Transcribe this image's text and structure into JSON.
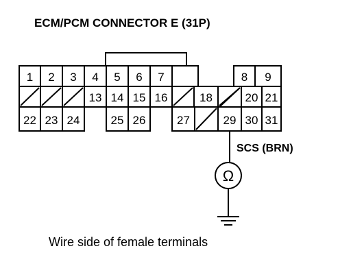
{
  "title": "ECM/PCM CONNECTOR E (31P)",
  "caption": "Wire side of female terminals",
  "signal_label": "SCS (BRN)",
  "meter_symbol": "Ω",
  "terminals": {
    "row1": [
      "1",
      "2",
      "3",
      "4",
      "5",
      "6",
      "7",
      "",
      "8",
      "9"
    ],
    "row2": [
      "",
      "",
      "13",
      "14",
      "15",
      "16",
      "",
      "18",
      "",
      "20",
      "21"
    ],
    "row3": [
      "22",
      "23",
      "24",
      "",
      "25",
      "26",
      "",
      "27",
      "",
      "29",
      "30",
      "31"
    ]
  }
}
